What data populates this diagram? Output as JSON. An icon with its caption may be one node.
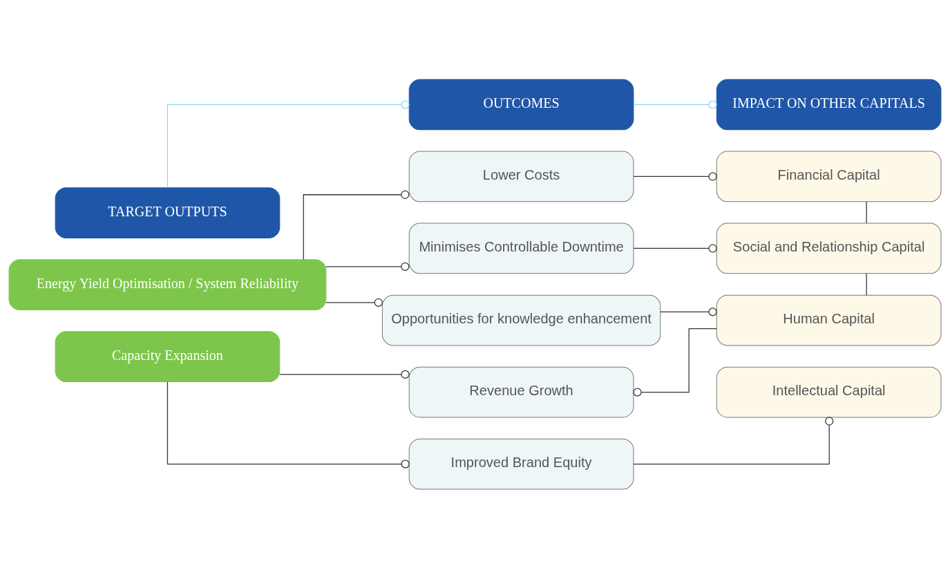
{
  "diagram": {
    "nodes": [
      {
        "text": [
          "TARGET OUTPUTS"
        ]
      },
      {
        "text": [
          "OUTCOMES"
        ]
      },
      {
        "text": [
          "IMPACT ON OTHER CAPITALS"
        ]
      },
      {
        "text": [
          "Energy Yield Optimisation / System Reliability"
        ]
      },
      {
        "text": [
          "Lower Costs"
        ]
      },
      {
        "text": [
          "Financial Capital"
        ]
      },
      {
        "text": [
          "Minimises Controllable Downtime"
        ]
      },
      {
        "text": [
          "Social and Relationship Capital"
        ]
      },
      {
        "text": [
          "Opportunities for knowledge enhancement"
        ]
      },
      {
        "text": [
          "Human Capital"
        ]
      },
      {
        "text": [
          "Capacity Expansion"
        ]
      },
      {
        "text": [
          "Revenue Growth"
        ]
      },
      {
        "text": [
          "Improved Brand Equity"
        ]
      },
      {
        "text": [
          "Intellectual Capital"
        ]
      }
    ],
    "edges": [
      {
        "from": 0,
        "to": 1,
        "arrow": "other",
        "color": "#8fd3f0"
      },
      {
        "from": 1,
        "to": 2,
        "arrow": "other",
        "color": "#8fd3f0"
      },
      {
        "from": 3,
        "to": 4,
        "arrow": "other"
      },
      {
        "from": 3,
        "to": 6,
        "arrow": "other"
      },
      {
        "from": 3,
        "to": 8,
        "arrow": "other"
      },
      {
        "from": 4,
        "to": 5,
        "arrow": "other"
      },
      {
        "from": 6,
        "to": 7,
        "arrow": "other"
      },
      {
        "from": 8,
        "to": 9,
        "arrow": "other"
      },
      {
        "from": 5,
        "to": 7,
        "arrow": "none"
      },
      {
        "from": 7,
        "to": 9,
        "arrow": "none"
      },
      {
        "from": 9,
        "to": 11,
        "arrow": "other"
      },
      {
        "from": 10,
        "to": 11,
        "arrow": "other"
      },
      {
        "from": 10,
        "to": 12,
        "arrow": "other"
      },
      {
        "from": 12,
        "to": 13,
        "arrow": "other"
      }
    ]
  }
}
